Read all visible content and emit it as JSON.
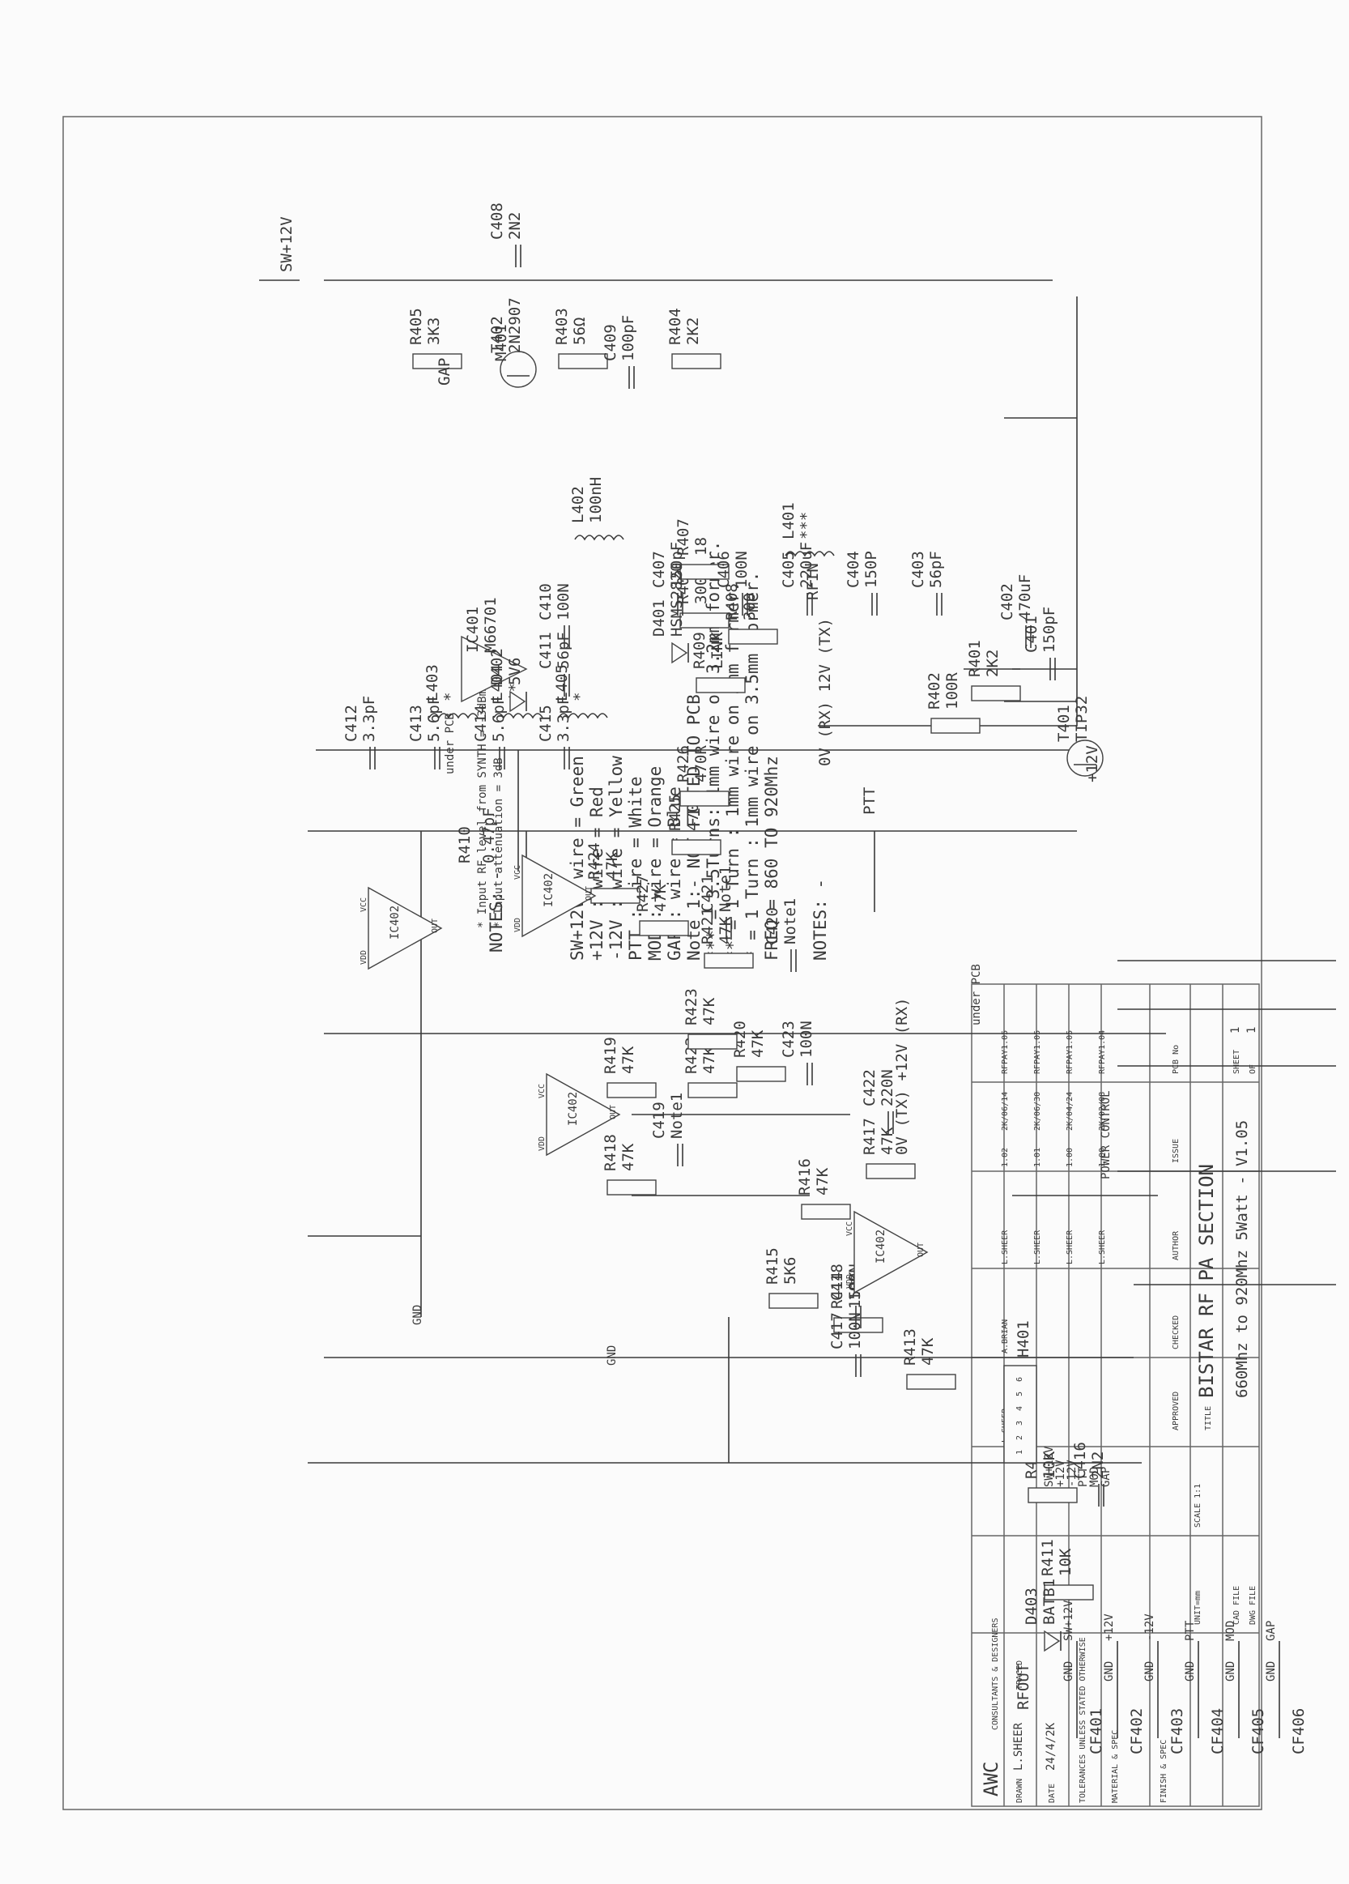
{
  "header": {
    "logo_text": "AWC",
    "company": "CONSULTANTS & DESIGNERS",
    "drawn_label": "DRAWN",
    "drawn_by": "L.SHEER",
    "traced_label": "TRACED",
    "date_label": "DATE",
    "date_value": "24/4/2K",
    "tolerance_note": "TOLERANCES UNLESS STATED OTHERWISE",
    "material_label": "MATERIAL & SPEC",
    "finish_label": "FINISH & SPEC",
    "approved_label": "APPROVED",
    "checked_label": "CHECKED",
    "author_label": "AUTHOR",
    "issue_label": "ISSUE",
    "date2_label": "DATE",
    "pcb_label": "PCB No",
    "rev_rows": [
      {
        "approved": "L.SHEER",
        "checked": "A.BRIAN",
        "author": "L.SHEER",
        "issue": "1.02",
        "date": "2K/06/14",
        "pcb": "RFPAY1.05"
      },
      {
        "approved": "",
        "checked": "",
        "author": "L.SHEER",
        "issue": "1.01",
        "date": "2K/06/30",
        "pcb": "RFPAY1.05"
      },
      {
        "approved": "",
        "checked": "",
        "author": "L.SHEER",
        "issue": "1.00",
        "date": "2K/04/24",
        "pcb": "RFPAY1.05"
      },
      {
        "approved": "",
        "checked": "",
        "author": "L.SHEER",
        "issue": "1.00",
        "date": "2K/02/08",
        "pcb": "RFPAY1.04"
      }
    ],
    "unit_label": "UNIT=mm",
    "scale_label": "SCALE 1:1",
    "title_label": "TITLE",
    "title_line1": "BISTAR RF PA SECTION",
    "title_line2": "660Mhz to 920Mhz 5Watt - V1.05",
    "cad_label": "CAD FILE",
    "dwg_label": "DWG FILE",
    "sheet": "1",
    "sheet_of": "1",
    "sheet_label": "SHEET",
    "of_label": "OF"
  },
  "notes": {
    "title": "NOTES: -",
    "lines": [
      "FREQ = 860 TO 920Mhz",
      "*   = 1 Turn : 1mm wire on 3.5mm former.",
      "**  = 1 Turn : 1mm wire on 3mm former.",
      "*** = 3.5Turns: 1mm wire on 3.2mm former.",
      "Note 1:- NOT FITTED TO PCB.",
      "GAP   : wire = Blue",
      "MOD   : wire = Orange",
      "PTT   : wire = White",
      "-12V  : wire = Yellow",
      "+12V  : wire = Red",
      "SW+12V: wire = Green"
    ],
    "notes2_title": "NOTES: -",
    "notes2_lines": [
      "* Input RF level from SYNTH = -3dBm",
      "* Input attenuation = 3dB"
    ]
  },
  "rails": {
    "sw12": "SW+12V",
    "p12": "+12V",
    "m12": "-12V",
    "gnd": "GND",
    "rx_tx1": "0V (RX) 12V (TX)",
    "tx_rx": "0V (TX) +12V (RX)",
    "ptt": "PTT",
    "gap": "GAP",
    "rfin": "RFIN",
    "rfout": "RFOUT",
    "m401": "M401",
    "vdd": "VDD",
    "vcc": "VCC",
    "out": "OUT",
    "power_control": "POWER CONTROL",
    "under_pcb": "under PCB"
  },
  "components": {
    "t401": {
      "ref": "T401",
      "val": "TIP32"
    },
    "t402": {
      "ref": "T402",
      "val": "2N2907"
    },
    "ic401": {
      "ref": "IC401",
      "val": "M66701"
    },
    "ic402": "IC402",
    "r401": {
      "ref": "R401",
      "val": "2K2"
    },
    "r402": {
      "ref": "R402",
      "val": "100R"
    },
    "r403": {
      "ref": "R403",
      "val": "56Ω"
    },
    "r404": {
      "ref": "R404",
      "val": "2K2"
    },
    "r405": {
      "ref": "R405",
      "val": "3K3"
    },
    "r406": {
      "ref": "R406",
      "val": "300"
    },
    "r407": {
      "ref": "R407",
      "val": "18"
    },
    "r408": {
      "ref": "R408",
      "val": "300"
    },
    "r409": {
      "ref": "R409",
      "val": "LINK"
    },
    "r410": {
      "ref": "R410",
      "val": "0.47pF"
    },
    "r411": {
      "ref": "R411",
      "val": "10K"
    },
    "r412": {
      "ref": "R412",
      "val": "10K"
    },
    "r413": {
      "ref": "R413",
      "val": "47K"
    },
    "r414": {
      "ref": "R414",
      "val": "150K"
    },
    "r415": {
      "ref": "R415",
      "val": "5K6"
    },
    "r416": {
      "ref": "R416",
      "val": "47K"
    },
    "r417": {
      "ref": "R417",
      "val": "47K"
    },
    "r418": {
      "ref": "R418",
      "val": "47K"
    },
    "r419": {
      "ref": "R419",
      "val": "47K"
    },
    "r420": {
      "ref": "R420",
      "val": "47K"
    },
    "r421": {
      "ref": "R421",
      "val": "47K"
    },
    "r422": {
      "ref": "R422",
      "val": "47K"
    },
    "r423": {
      "ref": "R423",
      "val": "47K"
    },
    "r424": {
      "ref": "R424",
      "val": "47K"
    },
    "r425": {
      "ref": "R425",
      "val": "470R"
    },
    "r426": {
      "ref": "R426",
      "val": "470R"
    },
    "r427": {
      "ref": "R427",
      "val": "47K"
    },
    "c401": {
      "ref": "C401",
      "val": "150pF"
    },
    "c402": {
      "ref": "C402",
      "val": "470uF"
    },
    "c403": {
      "ref": "C403",
      "val": "56pF"
    },
    "c404": {
      "ref": "C404",
      "val": "150P"
    },
    "c405": {
      "ref": "C405",
      "val": "220uF"
    },
    "c406": {
      "ref": "C406",
      "val": "100N"
    },
    "c407": {
      "ref": "C407",
      "val": "150pF"
    },
    "c408": {
      "ref": "C408",
      "val": "2N2"
    },
    "c409": {
      "ref": "C409",
      "val": "100pF"
    },
    "c410": {
      "ref": "C410",
      "val": "100N"
    },
    "c411": {
      "ref": "C411",
      "val": "56pF"
    },
    "c412": {
      "ref": "C412",
      "val": "3.3pF"
    },
    "c413": {
      "ref": "C413",
      "val": "5.6pF"
    },
    "c414": {
      "ref": "C414",
      "val": "5.6pF"
    },
    "c415": {
      "ref": "C415",
      "val": "3.3pF"
    },
    "c416": {
      "ref": "C416",
      "val": "2N2"
    },
    "c417": {
      "ref": "C417",
      "val": "100N"
    },
    "c418": {
      "ref": "C418",
      "val": "100N"
    },
    "c419": {
      "ref": "C419",
      "val": "Note1"
    },
    "c420": {
      "ref": "C420",
      "val": "Note1"
    },
    "c421": {
      "ref": "C421",
      "val": "Note1"
    },
    "c422": {
      "ref": "C422",
      "val": "220N"
    },
    "c423": {
      "ref": "C423",
      "val": "100N"
    },
    "l401": {
      "ref": "L401",
      "val": "***"
    },
    "l402": {
      "ref": "L402",
      "val": "100nH"
    },
    "l403": {
      "ref": "L403",
      "val": "*"
    },
    "l404": {
      "ref": "L404",
      "val": "**"
    },
    "l405": {
      "ref": "L405",
      "val": "*"
    },
    "d401": {
      "ref": "D401",
      "val": "HSMS2820"
    },
    "d402": {
      "ref": "D402",
      "val": "5V6"
    },
    "d403": {
      "ref": "D403",
      "val": "BATB1"
    },
    "h401": {
      "ref": "H401",
      "pins": [
        "SW+12V",
        "+12V",
        "-12V",
        "PTT",
        "MOD",
        "GAP"
      ],
      "nums": [
        "1",
        "2",
        "3",
        "4",
        "5",
        "6"
      ]
    },
    "cf": [
      {
        "ref": "CF401",
        "a": "GND",
        "b": "SW+12V"
      },
      {
        "ref": "CF402",
        "a": "GND",
        "b": "+12V"
      },
      {
        "ref": "CF403",
        "a": "GND",
        "b": "-12V"
      },
      {
        "ref": "CF404",
        "a": "GND",
        "b": "PTT"
      },
      {
        "ref": "CF405",
        "a": "GND",
        "b": "MOD"
      },
      {
        "ref": "CF406",
        "a": "GND",
        "b": "GAP"
      }
    ]
  }
}
